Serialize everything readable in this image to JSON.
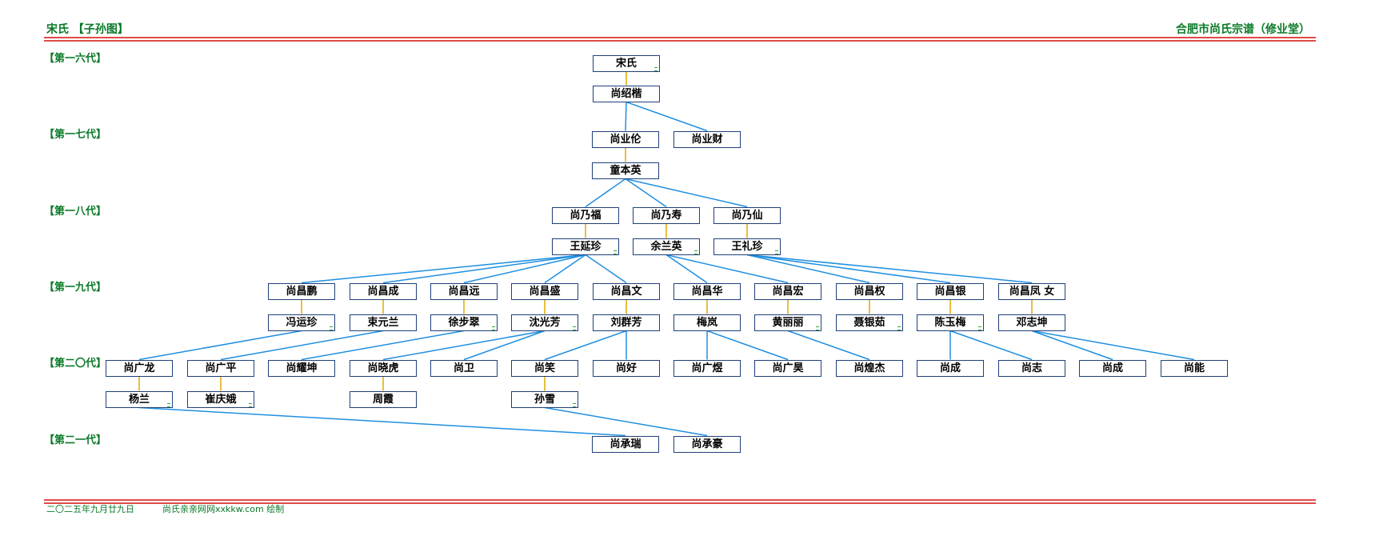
{
  "header": {
    "left_title": "宋氏 【子孙图】",
    "right_title": "合肥市尚氏宗谱（修业堂）"
  },
  "generations": [
    "【第一六代】",
    "【第一七代】",
    "【第一八代】",
    "【第一九代】",
    "【第二〇代】",
    "【第二一代】"
  ],
  "footer": {
    "date": "二〇二五年九月廿九日",
    "credit": "尚氏亲亲网网xxkkw.com 绘制"
  },
  "colors": {
    "brand_green": "#0a7a28",
    "rule_red": "#e04a4a",
    "link_blue": "#1f8fe0",
    "spouse_link": "#e0a800",
    "node_border": "#1f3f7a"
  },
  "tree": {
    "nodes": [
      {
        "id": "n1",
        "name": "宋氏",
        "mark": true
      },
      {
        "id": "n2",
        "name": "尚绍楷",
        "mark": false
      },
      {
        "id": "n3",
        "name": "尚业伦",
        "mark": false
      },
      {
        "id": "n4",
        "name": "尚业财",
        "mark": false
      },
      {
        "id": "n5",
        "name": "童本英",
        "mark": false
      },
      {
        "id": "n6",
        "name": "尚乃福",
        "mark": false
      },
      {
        "id": "n7",
        "name": "尚乃寿",
        "mark": false
      },
      {
        "id": "n8",
        "name": "尚乃仙",
        "mark": false
      },
      {
        "id": "n9",
        "name": "王延珍",
        "mark": true
      },
      {
        "id": "n10",
        "name": "余兰英",
        "mark": true
      },
      {
        "id": "n11",
        "name": "王礼珍",
        "mark": true
      },
      {
        "id": "n12",
        "name": "尚昌鹏",
        "mark": false
      },
      {
        "id": "n13",
        "name": "尚昌成",
        "mark": false
      },
      {
        "id": "n14",
        "name": "尚昌远",
        "mark": false
      },
      {
        "id": "n15",
        "name": "尚昌盛",
        "mark": false
      },
      {
        "id": "n16",
        "name": "尚昌文",
        "mark": false
      },
      {
        "id": "n17",
        "name": "尚昌华",
        "mark": false
      },
      {
        "id": "n18",
        "name": "尚昌宏",
        "mark": false
      },
      {
        "id": "n19",
        "name": "尚昌权",
        "mark": false
      },
      {
        "id": "n20",
        "name": "尚昌银",
        "mark": false
      },
      {
        "id": "n21",
        "name": "尚昌凤 女",
        "mark": false
      },
      {
        "id": "n22",
        "name": "冯运珍",
        "mark": true
      },
      {
        "id": "n23",
        "name": "束元兰",
        "mark": false
      },
      {
        "id": "n24",
        "name": "徐步翠",
        "mark": true
      },
      {
        "id": "n25",
        "name": "沈光芳",
        "mark": true
      },
      {
        "id": "n26",
        "name": "刘群芳",
        "mark": false
      },
      {
        "id": "n27",
        "name": "梅岚",
        "mark": false
      },
      {
        "id": "n28",
        "name": "黄丽丽",
        "mark": true
      },
      {
        "id": "n29",
        "name": "聂银茹",
        "mark": true
      },
      {
        "id": "n30",
        "name": "陈玉梅",
        "mark": true
      },
      {
        "id": "n31",
        "name": "邓志坤",
        "mark": false
      },
      {
        "id": "n32",
        "name": "尚广龙",
        "mark": false
      },
      {
        "id": "n33",
        "name": "尚广平",
        "mark": false
      },
      {
        "id": "n34",
        "name": "尚耀坤",
        "mark": false
      },
      {
        "id": "n35",
        "name": "尚晓虎",
        "mark": false
      },
      {
        "id": "n36",
        "name": "尚卫",
        "mark": false
      },
      {
        "id": "n37",
        "name": "尚笑",
        "mark": false
      },
      {
        "id": "n38",
        "name": "尚好",
        "mark": false
      },
      {
        "id": "n39",
        "name": "尚广煜",
        "mark": false
      },
      {
        "id": "n40",
        "name": "尚广昊",
        "mark": false
      },
      {
        "id": "n41",
        "name": "尚煌杰",
        "mark": false
      },
      {
        "id": "n42",
        "name": "尚成",
        "mark": false
      },
      {
        "id": "n43",
        "name": "尚志",
        "mark": false
      },
      {
        "id": "n44",
        "name": "尚成",
        "mark": false
      },
      {
        "id": "n45",
        "name": "尚能",
        "mark": false
      },
      {
        "id": "n46",
        "name": "杨兰",
        "mark": true
      },
      {
        "id": "n47",
        "name": "崔庆娥",
        "mark": true
      },
      {
        "id": "n48",
        "name": "周霞",
        "mark": false
      },
      {
        "id": "n49",
        "name": "孙雪",
        "mark": true
      },
      {
        "id": "n50",
        "name": "尚承瑞",
        "mark": false
      },
      {
        "id": "n51",
        "name": "尚承豪",
        "mark": false
      }
    ],
    "spouse_links": [
      [
        "n1",
        "n2"
      ],
      [
        "n3",
        "n5"
      ],
      [
        "n6",
        "n9"
      ],
      [
        "n7",
        "n10"
      ],
      [
        "n8",
        "n11"
      ],
      [
        "n12",
        "n22"
      ],
      [
        "n13",
        "n23"
      ],
      [
        "n14",
        "n24"
      ],
      [
        "n15",
        "n25"
      ],
      [
        "n16",
        "n26"
      ],
      [
        "n17",
        "n27"
      ],
      [
        "n18",
        "n28"
      ],
      [
        "n19",
        "n29"
      ],
      [
        "n20",
        "n30"
      ],
      [
        "n21",
        "n31"
      ],
      [
        "n32",
        "n46"
      ],
      [
        "n33",
        "n47"
      ],
      [
        "n35",
        "n48"
      ],
      [
        "n37",
        "n49"
      ]
    ],
    "descent_links": [
      [
        "n2",
        "n3"
      ],
      [
        "n2",
        "n4"
      ],
      [
        "n5",
        "n6"
      ],
      [
        "n5",
        "n7"
      ],
      [
        "n5",
        "n8"
      ],
      [
        "n9",
        "n12"
      ],
      [
        "n9",
        "n13"
      ],
      [
        "n9",
        "n14"
      ],
      [
        "n9",
        "n15"
      ],
      [
        "n9",
        "n16"
      ],
      [
        "n10",
        "n17"
      ],
      [
        "n10",
        "n18"
      ],
      [
        "n11",
        "n19"
      ],
      [
        "n11",
        "n20"
      ],
      [
        "n11",
        "n21"
      ],
      [
        "n22",
        "n32"
      ],
      [
        "n23",
        "n33"
      ],
      [
        "n24",
        "n34"
      ],
      [
        "n25",
        "n35"
      ],
      [
        "n25",
        "n36"
      ],
      [
        "n26",
        "n37"
      ],
      [
        "n26",
        "n38"
      ],
      [
        "n27",
        "n39"
      ],
      [
        "n27",
        "n40"
      ],
      [
        "n28",
        "n41"
      ],
      [
        "n30",
        "n42"
      ],
      [
        "n30",
        "n43"
      ],
      [
        "n31",
        "n44"
      ],
      [
        "n31",
        "n45"
      ],
      [
        "n46",
        "n50"
      ],
      [
        "n49",
        "n51"
      ]
    ]
  }
}
